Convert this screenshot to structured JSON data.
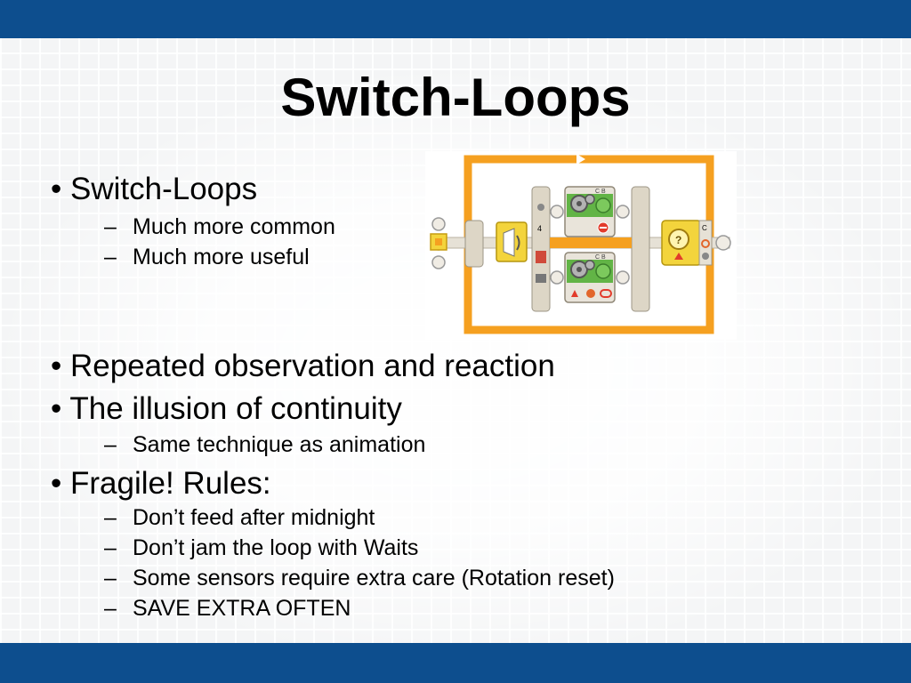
{
  "slide": {
    "title": "Switch-Loops",
    "bullets": [
      {
        "text": "Switch-Loops",
        "sub": [
          "Much more common",
          "Much more useful"
        ]
      },
      {
        "text": "Repeated observation and reaction",
        "sub": []
      },
      {
        "text": "The illusion of continuity",
        "sub": [
          "Same technique as animation"
        ]
      },
      {
        "text": "Fragile! Rules:",
        "sub": [
          "Don’t feed after midnight",
          "Don’t jam the loop with Waits",
          "Some sensors require extra care (Rotation reset)",
          "SAVE EXTRA OFTEN"
        ]
      }
    ],
    "bullet_symbol": "•",
    "dash_symbol": "–"
  },
  "diagram": {
    "block_label_top": "C B",
    "block_label_bottom": "C B",
    "switch_port": "4",
    "loop_port": "C",
    "colors": {
      "loop_frame": "#f5a020",
      "beam": "#d9d2c2",
      "block_green": "#62b446",
      "block_yellow": "#f3d43c",
      "bar_blue": "#0d4e8e"
    }
  }
}
